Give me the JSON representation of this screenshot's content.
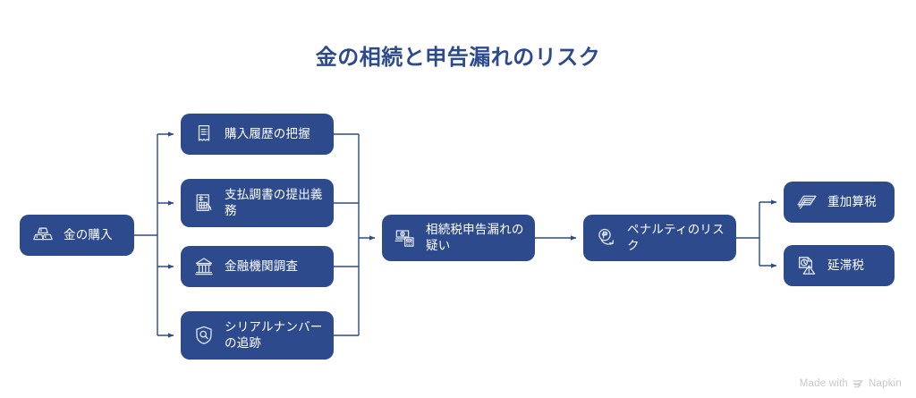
{
  "title": "金の相続と申告漏れのリスク",
  "theme": {
    "background": "#ffffff",
    "node_fill": "#2c4a8c",
    "node_text": "#ffffff",
    "title_color": "#2c4a8c",
    "connector_color": "#2c4a8c",
    "watermark_color": "#c9c9cd"
  },
  "nodes": {
    "gold_purchase": {
      "label": "金の購入",
      "icon": "gold-bars-icon"
    },
    "purchase_history": {
      "label": "購入履歴の把握",
      "icon": "receipt-icon"
    },
    "payment_record": {
      "label": "支払調書の提出義務",
      "icon": "payment-record-icon"
    },
    "financial_inst": {
      "label": "金融機関調査",
      "icon": "bank-icon"
    },
    "serial_tracking": {
      "label": "シリアルナンバーの追跡",
      "icon": "shield-search-icon"
    },
    "tax_suspicion": {
      "label": "相続税申告漏れの疑い",
      "icon": "calculator-money-icon"
    },
    "penalty_risk": {
      "label": "ペナルティのリスク",
      "icon": "penalty-decline-icon"
    },
    "heavy_tax": {
      "label": "重加算税",
      "icon": "document-stack-icon"
    },
    "delinquent_tax": {
      "label": "延滞税",
      "icon": "document-clock-warning-icon"
    }
  },
  "watermark": {
    "prefix": "Made with",
    "brand": "Napkin"
  }
}
